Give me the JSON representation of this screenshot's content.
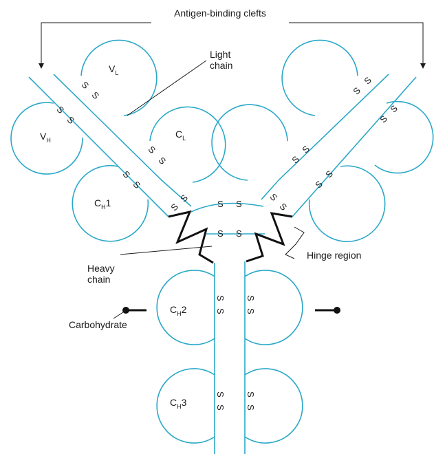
{
  "labels": {
    "antigen_binding": "Antigen-binding clefts",
    "light_chain_1": "Light",
    "light_chain_2": "chain",
    "heavy_chain_1": "Heavy",
    "heavy_chain_2": "chain",
    "hinge": "Hinge region",
    "carbohydrate": "Carbohydrate"
  },
  "domains": {
    "vl": {
      "main": "V",
      "sub": "L"
    },
    "vh": {
      "main": "V",
      "sub": "H"
    },
    "cl": {
      "main": "C",
      "sub": "L"
    },
    "ch1": {
      "main": "C",
      "sub": "H",
      "tail": "1"
    },
    "ch2": {
      "main": "C",
      "sub": "H",
      "tail": "2"
    },
    "ch3": {
      "main": "C",
      "sub": "H",
      "tail": "3"
    }
  },
  "disulfide": "S",
  "colors": {
    "chain": "#2aa8c8",
    "hinge": "#111111",
    "text": "#1a1a1a"
  }
}
